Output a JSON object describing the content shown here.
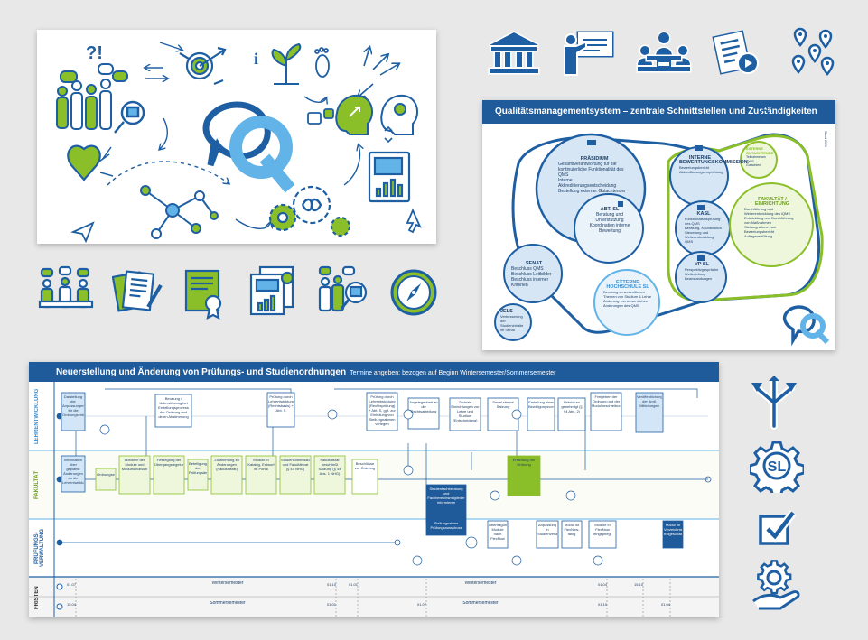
{
  "colors": {
    "blue": "#1e5fa3",
    "green": "#8bbf2a",
    "lightblue": "#62b4e8",
    "navy": "#1f5a9a",
    "bg": "#e8e8e8"
  },
  "illustration": {
    "marks": "?!",
    "info": "i",
    "icons": [
      "question-exclamation-icon",
      "speech-bubbles-icon",
      "people-group-icon",
      "magnifier-icon",
      "target-icon",
      "plant-icon",
      "footprint-icon",
      "arrows-icon",
      "head-icon",
      "lightbulb-icon",
      "heart-icon",
      "network-icon",
      "cursor-icon",
      "gears-icon",
      "document-chart-icon",
      "qm-logo-icon"
    ]
  },
  "top_icons": [
    "university-icon",
    "presentation-icon",
    "meeting-icon",
    "document-video-icon",
    "location-pins-icon"
  ],
  "small_icons": [
    "team-meeting-icon",
    "documents-icon",
    "certificate-icon",
    "report-chart-icon",
    "people-search-icon",
    "compass-icon"
  ],
  "right_icons": [
    "branching-arrows-icon",
    "gear-sl-icon",
    "checkbox-icon",
    "hand-gear-icon"
  ],
  "gear_sl_text": "SL",
  "qm": {
    "title": "Qualitätsmanagementsystem – zentrale Schnittstellen und Zuständigkeiten",
    "side_label": "Stand 2020",
    "praesidium": {
      "title": "PRÄSIDIUM",
      "items": [
        "Gesamtverantwortung für die kontinuierliche Funktionalität des QMS",
        "Interne Akkreditierungsentscheidung",
        "Bestellung externer Gutachtender"
      ]
    },
    "abt_sl": {
      "title": "ABT. SL",
      "items": [
        "Beratung und Unterstützung",
        "Koordination interne Bewertung"
      ]
    },
    "senat": {
      "title": "SENAT",
      "items": [
        "Beschluss QMS",
        "Beschluss Leitbilder",
        "Beschluss interner Kriterien"
      ]
    },
    "jels": {
      "title": "JELS",
      "items": [
        "Verbesserung der Studieninhalte im Senat"
      ]
    },
    "extern": {
      "title": "EXTERNE HOCHSCHULE SL",
      "items": [
        "Beratung zu wesentlichen Themen von Studium & Lehre",
        "Änderung von wesentlichen Änderungen des QMS"
      ]
    },
    "interne": {
      "title": "INTERNE BEWERTUNGSKOMMISSION",
      "items": [
        "Bewertungsbericht",
        "Akkreditierungsempfehlung"
      ]
    },
    "kasl": {
      "title": "KASL",
      "items": [
        "Funktionalitätsprüfung des QMS",
        "Beratung, Koordination",
        "Steuerung und Weiterentwicklung QMS"
      ]
    },
    "vpsl": {
      "title": "VP SL",
      "items": [
        "Perspektivgespräche",
        "Weiterleitung Beanstandungen"
      ]
    },
    "externe_gutachtende": {
      "title": "EXTERNE GUTACHTENDE",
      "items": [
        "Teilnahme am iQMS",
        "Gutachten"
      ]
    },
    "fakultaet": {
      "title": "FAKULTÄT / EINRICHTUNG",
      "items": [
        "Durchführung und Weiterentwicklung des iQMS",
        "Entwicklung und Durchführung von Maßnahmen",
        "Stellungnahme zum Bewertungsbericht",
        "Auflagenerfüllung"
      ]
    }
  },
  "flow": {
    "title": "Neuerstellung und Änderung von Prüfungs- und Studienordnungen",
    "subtitle": "Termine angeben: bezogen auf Beginn Wintersemester/Sommersemester",
    "lanes": [
      "LEHRENTWICKLUNG",
      "FAKULTÄT",
      "PRÜFUNGS-VERWALTUNG",
      "FRISTEN"
    ],
    "top_steps": [
      "Darstellung der Anpassungen für die Ordnungsentwurf",
      "Beratung / Unterstützung bei Erstellungsprozess der Ordnung und deren Abstimmung",
      "Prüfung durch Lehrentwicklung (Rechtsbasis) + Abt. S",
      "Prüfung durch Lehrentwicklung (Rechtsprüfung) + Abt. S, ggf. zur Einholung von Stellungnahmen verlegen",
      "Angelegenheit an die Rechtsabteilung",
      "Zentrale Einrichtungen zur Lehre und Studium (Entscheidung)",
      "Senat stimmt Satzung",
      "Erstellung einer Bewilligungsvorlage",
      "Präsidium genehmigt (§ 94 Abs. 2)",
      "Freigeben der Ordnung und der Modulbeschreibungen",
      "Veröffentlichung der Amtl. Mitteilungen"
    ],
    "fak_steps": [
      "Information über geplante Änderungen an die Lehrentwicklung",
      "Ordnungsentwurf",
      "Abbilden der Module und Modulhandbuch",
      "Festlegung der Übergangsregelungen",
      "Beteiligung der Prüfungsämter",
      "Zustimmung zu Änderungen (Fakultätsrat)",
      "Module in Katalog, Entwurf im Portal",
      "Studienkommission und Fakultätsrat (§ 44 NHG)",
      "Fakultätsrat beschließt Satzung (§ 44 Abs. 1 NHG)",
      "Beschlüsse zur Ordnung",
      "Erstellung der Ordnung"
    ],
    "pv_steps": [
      "Studienfachberatung und Fachbereichsmitglieder informieren",
      "Stellungnahme Prüfungsausschuss",
      "Übertragung Module nach FlexNow",
      "Anpassung in Studienverlaufsplänen",
      "Modul ist FlexNow-fähig",
      "Module in FlexNow eingepflegt",
      "Modul im Verzeichnis freigeschaltet"
    ],
    "fristen": {
      "winter": "Wintersemester",
      "summer": "Sommersemester",
      "dates": [
        "01.07.",
        "01.10.",
        "01.01.",
        "01.04.",
        "15.10.",
        "15.04.",
        "01.01.",
        "01.07.",
        "01.10.",
        "01.04."
      ]
    }
  }
}
